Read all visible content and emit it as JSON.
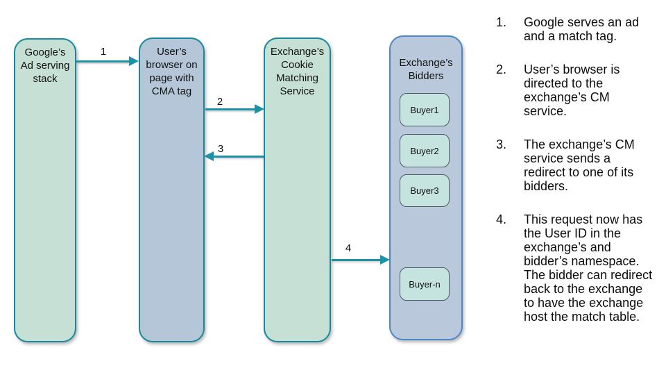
{
  "diagram": {
    "nodes": [
      {
        "id": "google-stack",
        "label": "Google’s\nAd serving\nstack"
      },
      {
        "id": "user-browser",
        "label": "User’s\nbrowser on\npage with\nCMA tag"
      },
      {
        "id": "cm-service",
        "label": "Exchange’s\nCookie\nMatching\nService"
      },
      {
        "id": "bidders",
        "label": "Exchange’s\nBidders"
      }
    ],
    "buyers": [
      "Buyer1",
      "Buyer2",
      "Buyer3",
      "Buyer-n"
    ],
    "arrows": [
      {
        "label": "1",
        "from": "google-stack",
        "to": "user-browser"
      },
      {
        "label": "2",
        "from": "user-browser",
        "to": "cm-service"
      },
      {
        "label": "3",
        "from": "cm-service",
        "to": "user-browser"
      },
      {
        "label": "4",
        "from": "cm-service",
        "to": "bidders"
      }
    ],
    "colors": {
      "green_fill": "#c6e0d6",
      "bluegray_fill": "#b4c6d8",
      "bidders_fill": "#b9c9db",
      "teal_border": "#17899c",
      "blue_border": "#4a86c8",
      "buyer_fill": "#c5e4df",
      "buyer_border": "#4d5a64",
      "arrow": "#1b92a6"
    }
  },
  "steps": [
    {
      "num": "1.",
      "text": "Google serves an ad and a match tag."
    },
    {
      "num": "2.",
      "text": "User’s browser is directed to the exchange’s CM service."
    },
    {
      "num": "3.",
      "text": "The exchange’s CM service sends a redirect to one of its bidders."
    },
    {
      "num": "4.",
      "text": "This request now has the User ID in the exchange’s and bidder’s namespace. The bidder can redirect back to the exchange to have the exchange host the match table."
    }
  ]
}
